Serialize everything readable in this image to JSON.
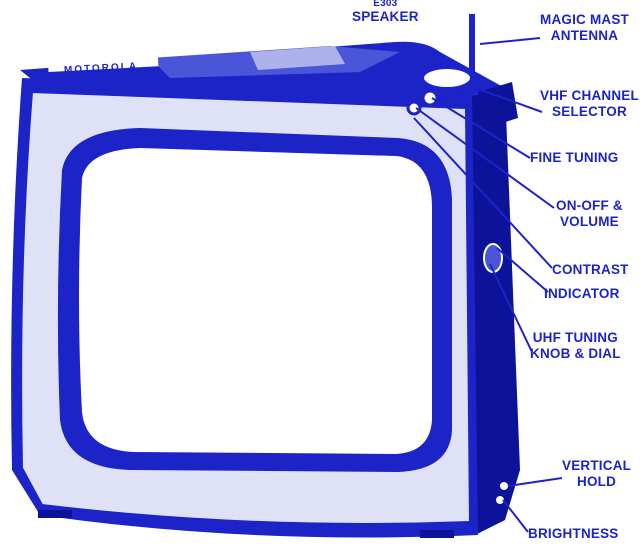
{
  "colors": {
    "ink": "#1c24c8",
    "ink_dark": "#0d1399",
    "paper": "#ffffff",
    "cabinet_light": "#cfd3f2"
  },
  "labels": {
    "speaker_code": "E303",
    "speaker": "SPEAKER",
    "brand": "MOTOROLA",
    "magic_mast": [
      "MAGIC MAST",
      "ANTENNA"
    ],
    "vhf": [
      "VHF CHANNEL",
      "SELECTOR"
    ],
    "fine_tuning": "FINE TUNING",
    "on_off": [
      "ON-OFF &",
      "VOLUME"
    ],
    "contrast": "CONTRAST",
    "indicator": "INDICATOR",
    "uhf": [
      "UHF TUNING",
      "KNOB & DIAL"
    ],
    "vertical_hold": [
      "VERTICAL",
      "HOLD"
    ],
    "brightness": "BRIGHTNESS"
  }
}
